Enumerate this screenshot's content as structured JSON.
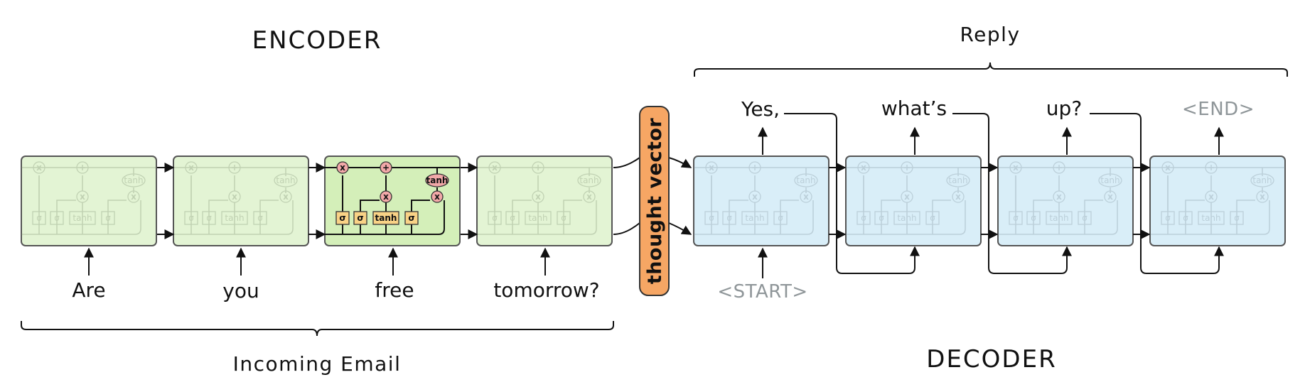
{
  "encoder": {
    "title": "ENCODER",
    "inputs": [
      "Are",
      "you",
      "free",
      "tomorrow?"
    ],
    "brace_label": "Incoming Email"
  },
  "decoder": {
    "title": "DECODER",
    "brace_label": "Reply",
    "start_token": "<START>",
    "outputs": [
      "Yes,",
      "what’s",
      "up?",
      "<END>"
    ]
  },
  "thought_vector": "thought vector",
  "gates": {
    "sigma": "σ",
    "tanh": "tanh",
    "multiply": "x",
    "add": "+"
  },
  "colors": {
    "encoder_cell": "#e3f4d4",
    "decoder_cell": "#d9eef8",
    "thought_vector": "#f6a664",
    "gate_active": "#f9d286",
    "pointwise_active": "#f2a8a8"
  }
}
